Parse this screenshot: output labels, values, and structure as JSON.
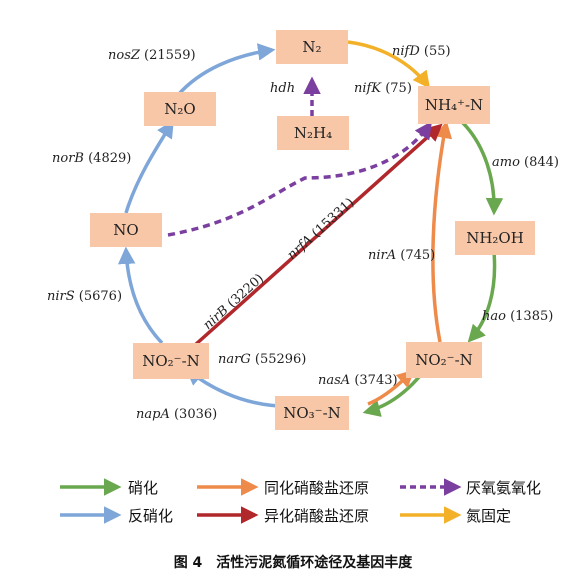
{
  "nodes": {
    "n2": "N₂",
    "n2h4": "N₂H₄",
    "n2o": "N₂O",
    "nh4": "NH₄⁺-N",
    "no": "NO",
    "nh2oh": "NH₂OH",
    "no2_left": "NO₂⁻-N",
    "no2_right": "NO₂⁻-N",
    "no3": "NO₃⁻-N"
  },
  "genes": [
    {
      "id": "nosZ",
      "name": "nosZ",
      "count": "(21559)"
    },
    {
      "id": "nifD",
      "name": "nifD",
      "count": "(55)"
    },
    {
      "id": "hdh",
      "name": "hdh",
      "count": ""
    },
    {
      "id": "nifK",
      "name": "nifK",
      "count": "(75)"
    },
    {
      "id": "norB",
      "name": "norB",
      "count": "(4829)"
    },
    {
      "id": "amo",
      "name": "amo",
      "count": "(844)"
    },
    {
      "id": "nrfA",
      "name": "nrfA",
      "count": "(15331)"
    },
    {
      "id": "nirB",
      "name": "nirB",
      "count": "(3220)"
    },
    {
      "id": "nirA",
      "name": "nirA",
      "count": "(745)"
    },
    {
      "id": "nirS",
      "name": "nirS",
      "count": "(5676)"
    },
    {
      "id": "hao",
      "name": "hao",
      "count": "(1385)"
    },
    {
      "id": "narG",
      "name": "narG",
      "count": "(55296)"
    },
    {
      "id": "nasA",
      "name": "nasA",
      "count": "(3743)"
    },
    {
      "id": "napA",
      "name": "napA",
      "count": "(3036)"
    }
  ],
  "legend": {
    "nitrification": "硝化",
    "denitrification": "反硝化",
    "assimilatory": "同化硝酸盐还原",
    "dissimilatory": "异化硝酸盐还原",
    "anammox": "厌氧氨氧化",
    "fixation": "氮固定"
  },
  "colors": {
    "nitrification": "#6aa84f",
    "denitrification": "#7ea6d8",
    "assimilatory": "#ee8a4a",
    "dissimilatory": "#b0272c",
    "anammox": "#7b3fa0",
    "fixation": "#f3b12a",
    "node_fill": "#f8c7a8"
  },
  "caption": "图 4　活性污泥氮循环途径及基因丰度"
}
